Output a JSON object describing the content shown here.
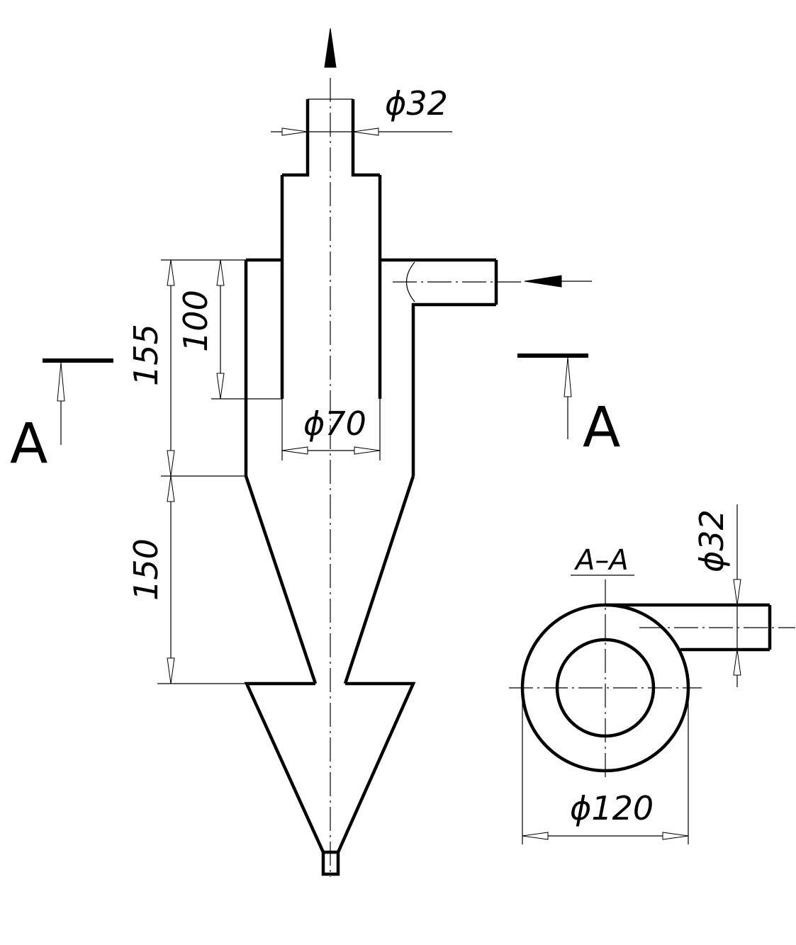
{
  "drawing": {
    "dims": {
      "outlet_diameter": "ϕ32",
      "inner_diameter": "ϕ70",
      "height_155": "155",
      "height_100": "100",
      "height_150": "150",
      "inlet_diameter": "ϕ32",
      "outer_diameter": "ϕ120"
    },
    "section": {
      "title": "A–A",
      "left_letter": "A",
      "right_letter": "A"
    }
  }
}
